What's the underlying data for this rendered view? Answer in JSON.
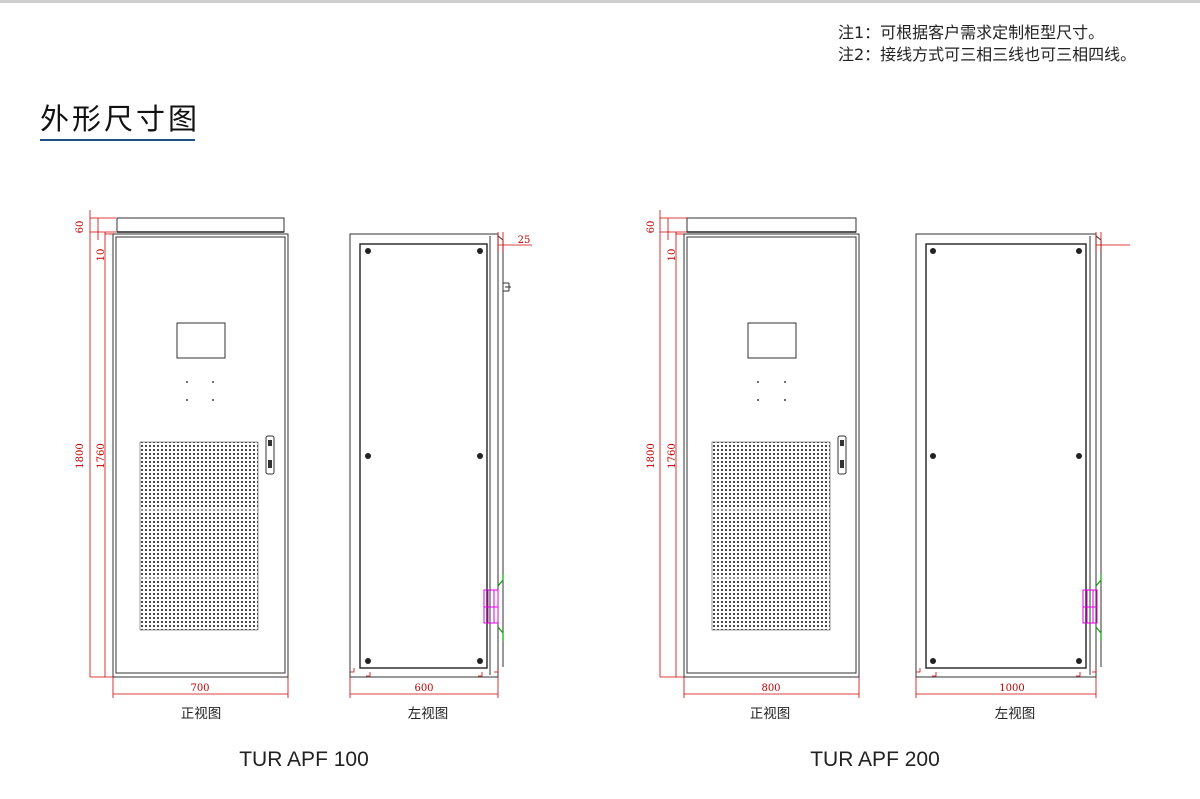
{
  "notes": [
    "注1：可根据客户需求定制柜型尺寸。",
    "注2：接线方式可三相三线也可三相四线。"
  ],
  "section_title": "外形尺寸图",
  "models": [
    {
      "name": "TUR APF 100",
      "front_caption": "正视图",
      "side_caption": "左视图",
      "dims": {
        "top_cap": "60",
        "top_gap": "10",
        "total_height": "1800",
        "body_height": "1760",
        "width": "700",
        "depth": "600",
        "handle_offset": "25"
      }
    },
    {
      "name": "TUR APF 200",
      "front_caption": "正视图",
      "side_caption": "左视图",
      "dims": {
        "top_cap": "60",
        "top_gap": "10",
        "total_height": "1800",
        "body_height": "1760",
        "width": "800",
        "depth": "1000"
      }
    }
  ],
  "colors": {
    "accent_underline": "#1f4f87",
    "dimension": "#c00000",
    "hinge": "#e000e0",
    "seal": "#00aa00"
  }
}
